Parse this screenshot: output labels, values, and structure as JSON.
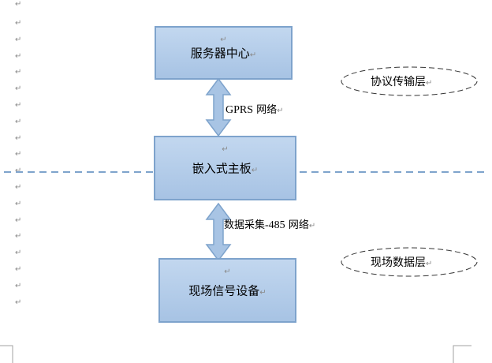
{
  "document": {
    "paragraph_mark": "↵",
    "paragraph_mark_count": 19
  },
  "diagram": {
    "nodes": [
      {
        "id": "server-center",
        "label": "服务器中心"
      },
      {
        "id": "embedded-board",
        "label": "嵌入式主板"
      },
      {
        "id": "field-device",
        "label": "现场信号设备"
      }
    ],
    "edges": [
      {
        "from": "server-center",
        "to": "embedded-board",
        "label_latin": "GPRS",
        "label_cjk": " 网络",
        "bidirectional": true
      },
      {
        "from": "embedded-board",
        "to": "field-device",
        "label_cjk_prefix": "数据采集",
        "label_latin": "-485",
        "label_cjk": " 网络",
        "bidirectional": true
      }
    ],
    "layers": [
      {
        "id": "protocol-transport-layer",
        "label": "协议传输层"
      },
      {
        "id": "field-data-layer",
        "label": "现场数据层"
      }
    ],
    "separator": {
      "style": "dashed"
    }
  },
  "colors": {
    "box_fill_top": "#c2d7ef",
    "box_fill_bottom": "#a7c3e4",
    "box_border": "#7ea3cc",
    "arrow_fill": "#a8c4e4",
    "arrow_stroke": "#7ea3cc",
    "separator": "#7ea3cc",
    "ellipse_stroke": "#333333"
  }
}
